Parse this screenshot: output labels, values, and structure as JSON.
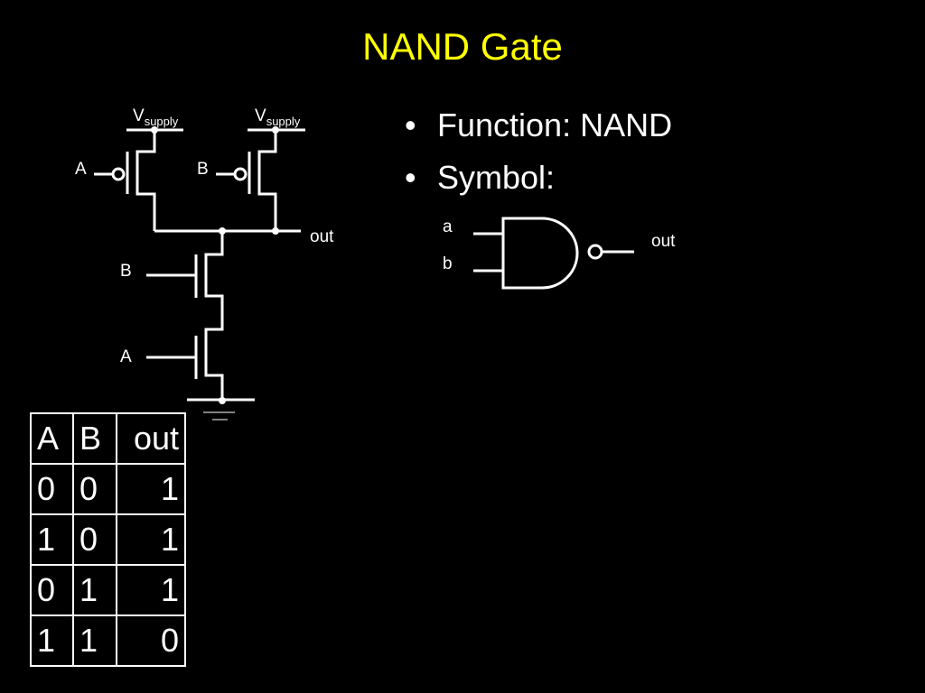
{
  "title": "NAND Gate",
  "bullets": [
    {
      "text": "Function: NAND"
    },
    {
      "text": "Symbol:"
    }
  ],
  "circuit": {
    "vsupply_main": "V",
    "vsupply_sub": "supply",
    "pmos_a_label": "A",
    "pmos_b_label": "B",
    "out_label": "out",
    "nmos_b_label": "B",
    "nmos_a_label": "A"
  },
  "symbol": {
    "input_a": "a",
    "input_b": "b",
    "output": "out"
  },
  "truth_table": {
    "headers": [
      "A",
      "B",
      "out"
    ],
    "rows": [
      [
        "0",
        "0",
        "1"
      ],
      [
        "1",
        "0",
        "1"
      ],
      [
        "0",
        "1",
        "1"
      ],
      [
        "1",
        "1",
        "0"
      ]
    ]
  }
}
